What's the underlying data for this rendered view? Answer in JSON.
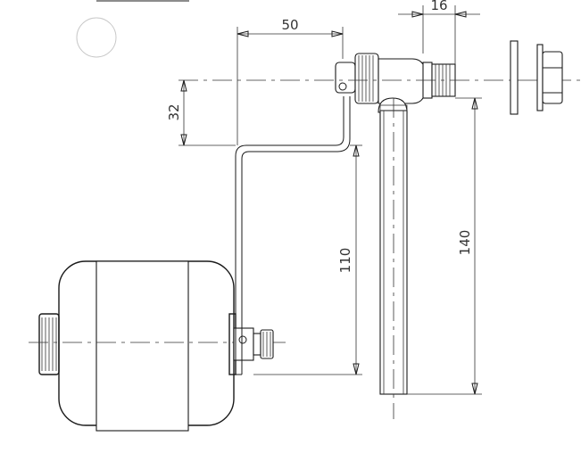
{
  "dimensions": {
    "arm_horizontal": "50",
    "thread_length": "16",
    "arm_drop": "32",
    "float_offset": "110",
    "tube_length": "140"
  },
  "colors": {
    "line": "#1a1a1a",
    "background": "#ffffff",
    "marker_circle": "#c8c8c8"
  }
}
